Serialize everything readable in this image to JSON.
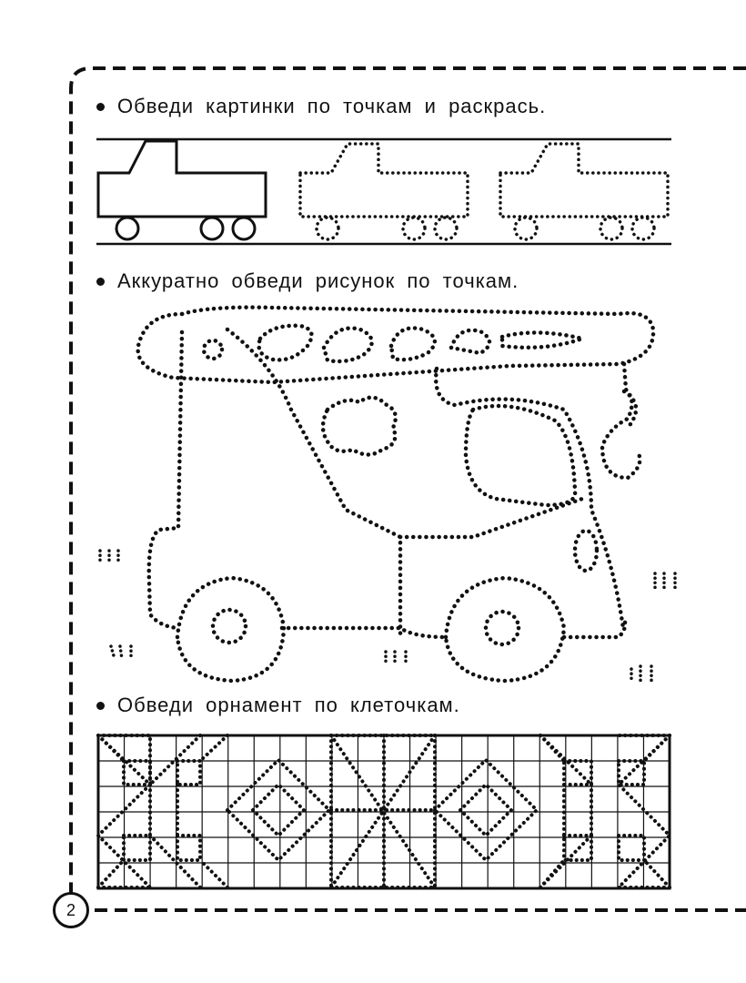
{
  "instructions": [
    "Обведи картинки по точкам и раскрась.",
    "Аккуратно обведи рисунок по точкам.",
    "Обведи орнамент по клеточкам."
  ],
  "page_number": "2",
  "colors": {
    "ink": "#111111",
    "paper": "#ffffff"
  },
  "icons": [
    "truck-solid-icon",
    "truck-dotted-icon",
    "crane-truck-dotted-icon",
    "grass-tuft-icon",
    "grid-ornament-icon"
  ]
}
